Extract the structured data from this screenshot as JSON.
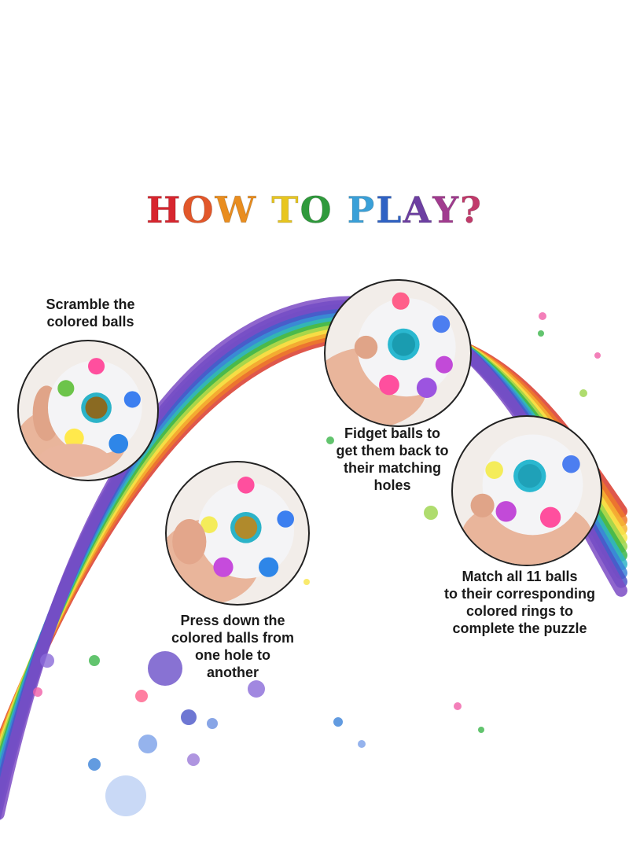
{
  "title": {
    "text": "HOW TO PLAY?",
    "letter_colors": [
      "#d7262f",
      "#e2572a",
      "#e98d1f",
      "#ffffff",
      "#e8c61f",
      "#2f9a3c",
      "#ffffff",
      "#3aa0d8",
      "#2f62c4",
      "#6d3fa2",
      "#a13b8f",
      "#c13a6b"
    ]
  },
  "steps": [
    {
      "name": "scramble",
      "lines": [
        "Scramble the",
        "colored balls"
      ]
    },
    {
      "name": "press",
      "lines": [
        "Press down the",
        "colored balls from",
        "one hole to",
        "another"
      ]
    },
    {
      "name": "fidget",
      "lines": [
        "Fidget balls to",
        "get them back to",
        "their matching",
        "holes"
      ]
    },
    {
      "name": "match",
      "lines": [
        "Match all 11 balls",
        "to their corresponding",
        "colored rings to",
        "complete the puzzle"
      ]
    }
  ],
  "colors": {
    "rainbow": [
      "#d93a2b",
      "#ef7a2a",
      "#f6b531",
      "#f7e548",
      "#9bd34a",
      "#3bb54a",
      "#2fb4c8",
      "#3b82d8",
      "#4a55c8",
      "#7b4bc4"
    ],
    "text": "#1a1a1a",
    "photo_border": "#222222"
  }
}
